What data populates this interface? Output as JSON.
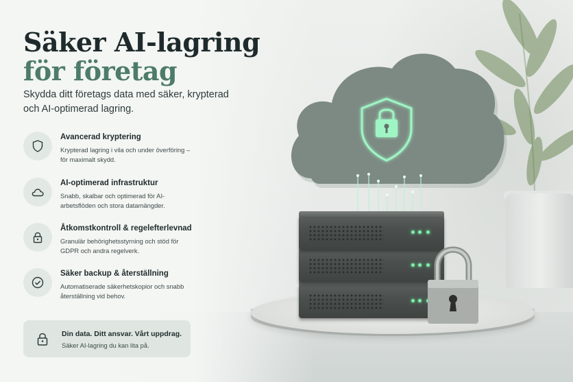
{
  "hero": {
    "title_line1": "Säker AI-lagring",
    "title_line2": "för företag",
    "subtitle": "Skydda ditt företags data med säker, krypterad och AI-optimerad lagring."
  },
  "features": [
    {
      "icon": "shield-icon",
      "title": "Avancerad kryptering",
      "description": "Krypterad lagring i vila och under överföring – för maximalt skydd."
    },
    {
      "icon": "cloud-icon",
      "title": "AI-optimerad infrastruktur",
      "description": "Snabb, skalbar och optimerad för AI-arbetsflöden och stora datamängder."
    },
    {
      "icon": "lock-icon",
      "title": "Åtkomstkontroll & regelefterlevnad",
      "description": "Granulär behörighetsstyrning och stöd för GDPR och andra regelverk."
    },
    {
      "icon": "check-circle-icon",
      "title": "Säker backup & återställning",
      "description": "Automatiserade säkerhetskopior och snabb återställning vid behov."
    }
  ],
  "banner": {
    "icon": "lock-icon",
    "title": "Din data. Ditt ansvar. Vårt uppdrag.",
    "description": "Säker AI-lagring du kan lita på."
  },
  "colors": {
    "heading_dark": "#1e2a2b",
    "heading_accent": "#4d7c68",
    "icon_bg": "#e2e8e4",
    "banner_bg": "#dfe6e1",
    "glow": "#7ef0a8"
  }
}
